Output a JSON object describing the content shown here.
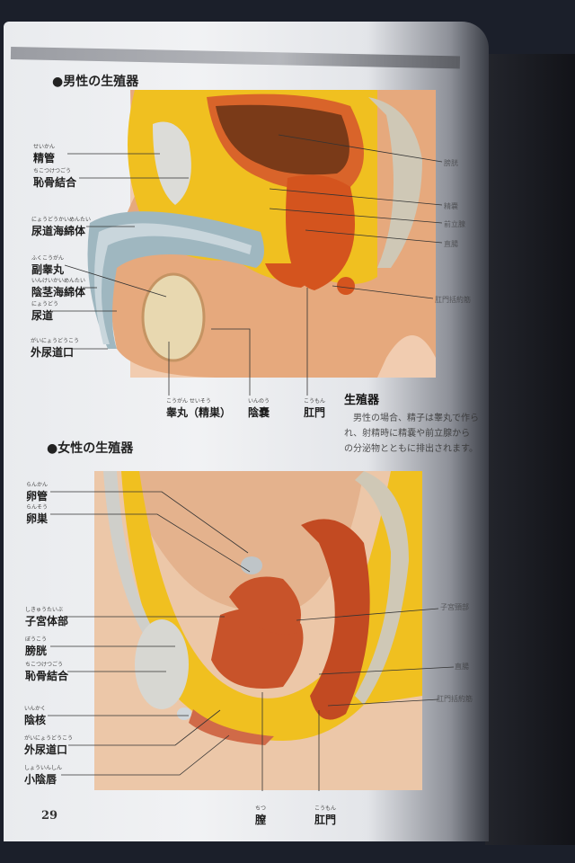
{
  "male_section": {
    "heading": "●男性の生殖器",
    "left_labels": [
      {
        "text": "精管",
        "ruby": "せいかん"
      },
      {
        "text": "恥骨結合",
        "ruby": "ちこつけつごう"
      },
      {
        "text": "尿道海綿体",
        "ruby": "にょうどうかいめんたい"
      },
      {
        "text": "副睾丸",
        "ruby": "ふくこうがん"
      },
      {
        "text": "陰茎海綿体",
        "ruby": "いんけいかいめんたい"
      },
      {
        "text": "尿道",
        "ruby": "にょうどう"
      },
      {
        "text": "外尿道口",
        "ruby": "がいにょうどうこう"
      }
    ],
    "bottom_labels": [
      {
        "text": "睾丸（精巣）",
        "ruby": "こうがん せいそう"
      },
      {
        "text": "陰嚢",
        "ruby": "いんのう"
      },
      {
        "text": "肛門",
        "ruby": "こうもん"
      }
    ],
    "right_labels": [
      "膀胱",
      "精嚢",
      "前立腺",
      "直腸",
      "肛門括約筋"
    ]
  },
  "caption": {
    "title": "生殖器",
    "body": "男性の場合、精子は睾丸で作られ、射精時に精嚢や前立腺からの分泌物とともに排出されます。"
  },
  "female_section": {
    "heading": "●女性の生殖器",
    "left_labels": [
      {
        "text": "卵管",
        "ruby": "らんかん"
      },
      {
        "text": "卵巣",
        "ruby": "らんそう"
      },
      {
        "text": "子宮体部",
        "ruby": "しきゅうたいぶ"
      },
      {
        "text": "膀胱",
        "ruby": "ぼうこう"
      },
      {
        "text": "恥骨結合",
        "ruby": "ちこつけつごう"
      },
      {
        "text": "陰核",
        "ruby": "いんかく"
      },
      {
        "text": "外尿道口",
        "ruby": "がいにょうどうこう"
      },
      {
        "text": "小陰唇",
        "ruby": "しょういんしん"
      }
    ],
    "bottom_labels": [
      {
        "text": "膣",
        "ruby": "ちつ"
      },
      {
        "text": "肛門",
        "ruby": "こうもん"
      }
    ],
    "right_labels": [
      "子宮頸部",
      "直腸",
      "肛門括約筋"
    ]
  },
  "page_number": "29"
}
